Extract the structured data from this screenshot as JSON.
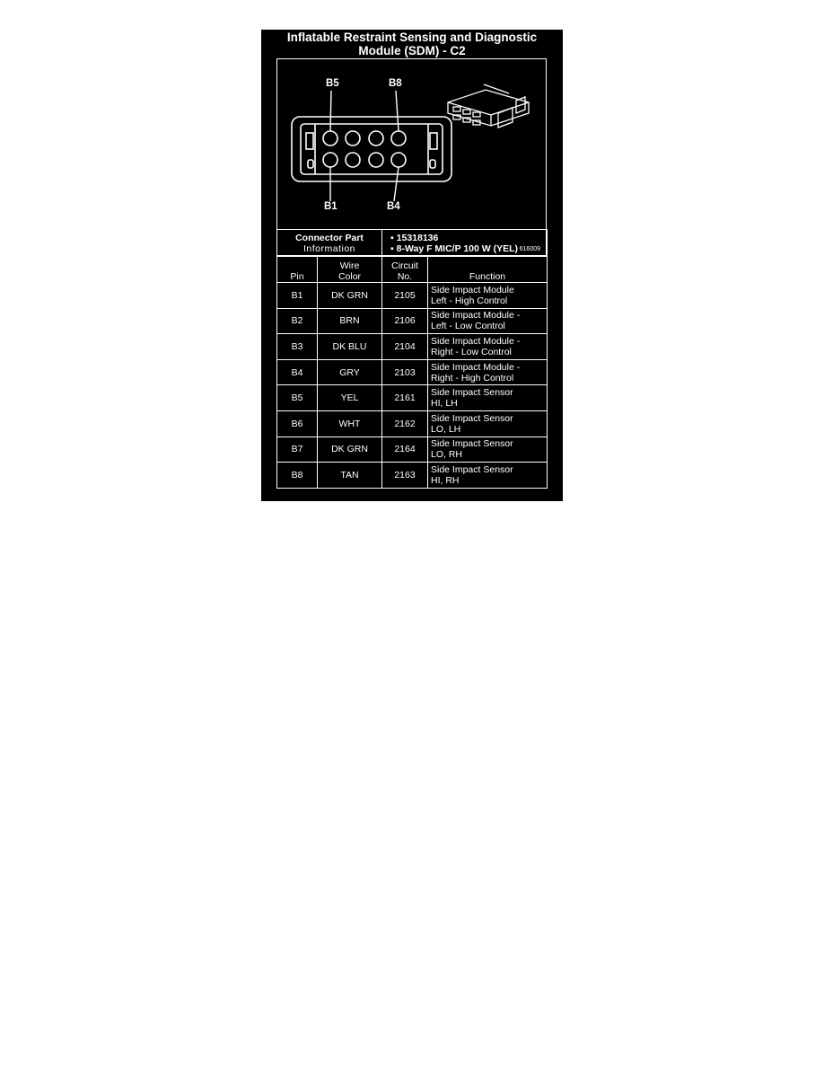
{
  "title": {
    "line1": "Inflatable Restraint Sensing and Diagnostic",
    "line2": "Module (SDM) - C2"
  },
  "diagram": {
    "labels": {
      "top_left": "B5",
      "top_right": "B8",
      "bottom_left": "B1",
      "bottom_right": "B4"
    },
    "figure_code": "616009"
  },
  "connector_info": {
    "label_line1": "Connector Part",
    "label_line2": "Information",
    "part_number": "15318136",
    "description": "8-Way F MIC/P 100 W (YEL)"
  },
  "columns": {
    "pin": "Pin",
    "wire_color_1": "Wire",
    "wire_color_2": "Color",
    "circuit_1": "Circuit",
    "circuit_2": "No.",
    "function": "Function"
  },
  "rows": [
    {
      "pin": "B1",
      "color": "DK GRN",
      "circuit": "2105",
      "func1": "Side Impact Module",
      "func2": "Left - High Control"
    },
    {
      "pin": "B2",
      "color": "BRN",
      "circuit": "2106",
      "func1": "Side Impact Module -",
      "func2": "Left - Low Control"
    },
    {
      "pin": "B3",
      "color": "DK BLU",
      "circuit": "2104",
      "func1": "Side Impact Module -",
      "func2": "Right - Low Control"
    },
    {
      "pin": "B4",
      "color": "GRY",
      "circuit": "2103",
      "func1": "Side Impact Module -",
      "func2": "Right - High Control"
    },
    {
      "pin": "B5",
      "color": "YEL",
      "circuit": "2161",
      "func1": "Side Impact Sensor",
      "func2": "HI, LH"
    },
    {
      "pin": "B6",
      "color": "WHT",
      "circuit": "2162",
      "func1": "Side Impact Sensor",
      "func2": "LO, LH"
    },
    {
      "pin": "B7",
      "color": "DK GRN",
      "circuit": "2164",
      "func1": "Side Impact Sensor",
      "func2": "LO, RH"
    },
    {
      "pin": "B8",
      "color": "TAN",
      "circuit": "2163",
      "func1": "Side Impact Sensor",
      "func2": "HI, RH"
    }
  ]
}
